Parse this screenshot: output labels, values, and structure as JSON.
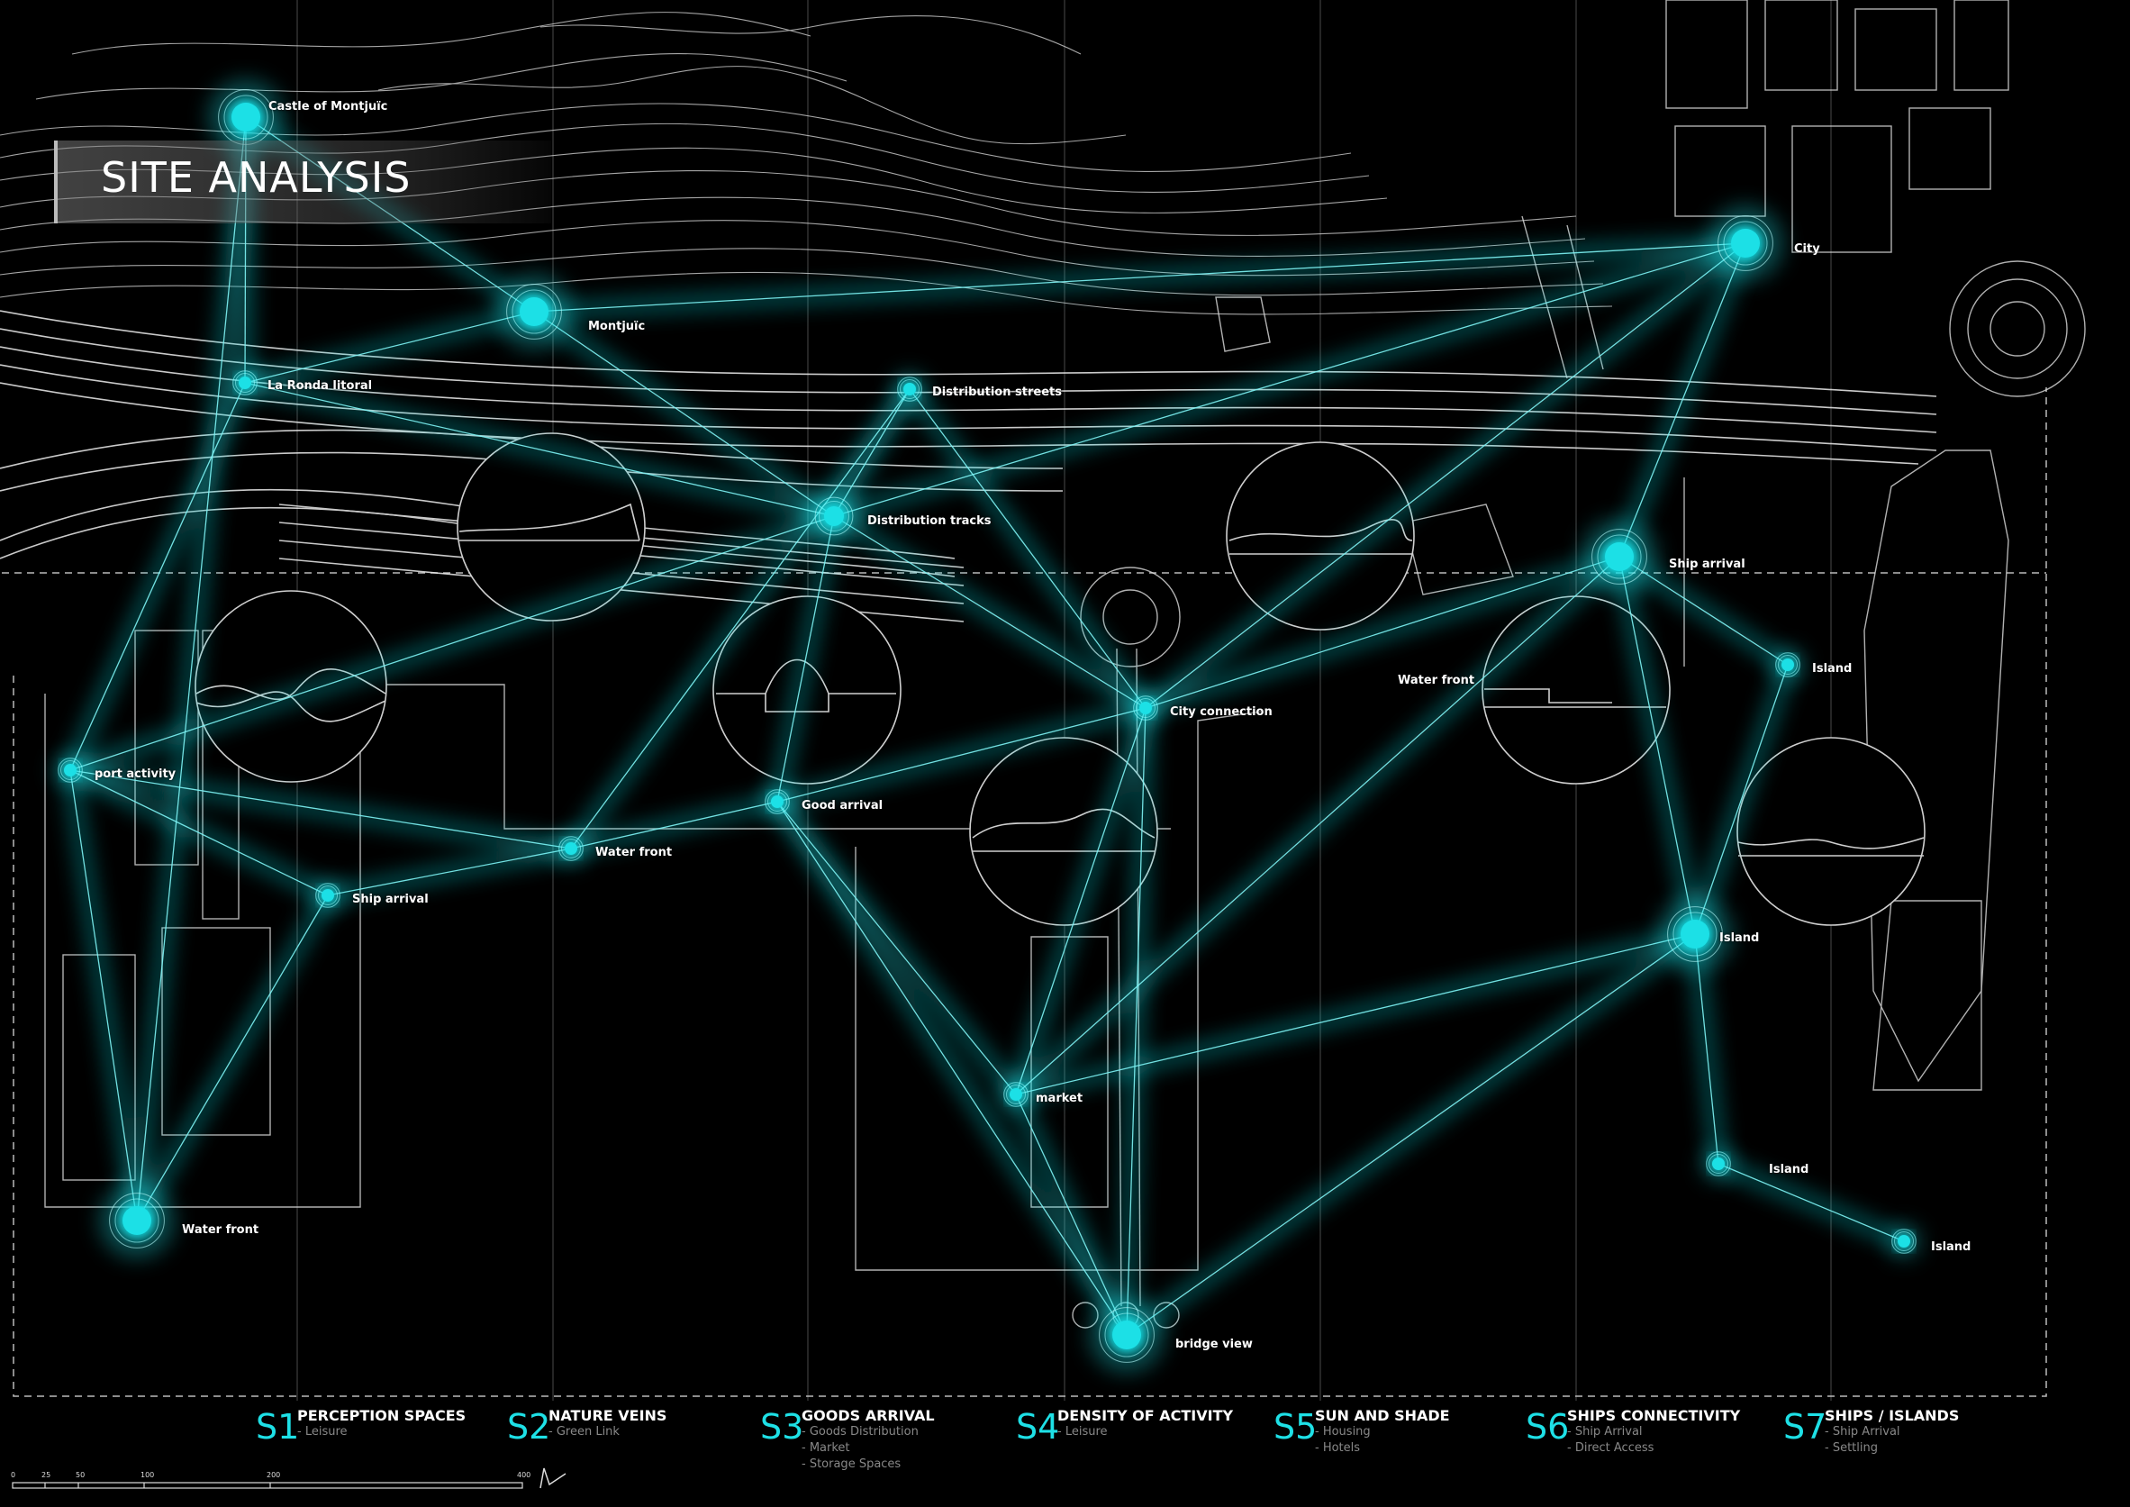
{
  "title": "SITE ANALYSIS",
  "accent_color": "#1ee0e6",
  "places": [
    {
      "id": "castle",
      "label": "Castle of Montjuïc",
      "size": "big"
    },
    {
      "id": "montjuic",
      "label": "Montjuïc",
      "size": "big"
    },
    {
      "id": "ronda",
      "label": "La Ronda litoral",
      "size": "small"
    },
    {
      "id": "dist-streets",
      "label": "Distribution streets",
      "size": "small"
    },
    {
      "id": "city",
      "label": "City",
      "size": "big"
    },
    {
      "id": "dist-tracks",
      "label": "Distribution tracks",
      "size": "mid"
    },
    {
      "id": "ship-arrival-e",
      "label": "Ship arrival",
      "size": "big"
    },
    {
      "id": "water-front-e",
      "label": "Water front",
      "size": "none"
    },
    {
      "id": "island-ne",
      "label": "Island",
      "size": "small"
    },
    {
      "id": "city-conn",
      "label": "City connection",
      "size": "small"
    },
    {
      "id": "port",
      "label": "port activity",
      "size": "small"
    },
    {
      "id": "good-arrival",
      "label": "Good arrival",
      "size": "small"
    },
    {
      "id": "water-front-c",
      "label": "Water front",
      "size": "small"
    },
    {
      "id": "ship-arrival-w",
      "label": "Ship arrival",
      "size": "small"
    },
    {
      "id": "island-c",
      "label": "Island",
      "size": "big"
    },
    {
      "id": "market",
      "label": "market",
      "size": "small"
    },
    {
      "id": "island-s1",
      "label": "Island",
      "size": "small"
    },
    {
      "id": "island-s2",
      "label": "Island",
      "size": "small"
    },
    {
      "id": "water-front-w",
      "label": "Water front",
      "size": "big"
    },
    {
      "id": "bridge",
      "label": "bridge view",
      "size": "big"
    }
  ],
  "connections": [
    [
      "castle",
      "montjuic"
    ],
    [
      "castle",
      "ronda"
    ],
    [
      "castle",
      "water-front-w"
    ],
    [
      "montjuic",
      "dist-tracks"
    ],
    [
      "montjuic",
      "ronda"
    ],
    [
      "montjuic",
      "city"
    ],
    [
      "ronda",
      "port"
    ],
    [
      "ronda",
      "dist-tracks"
    ],
    [
      "dist-streets",
      "dist-tracks"
    ],
    [
      "dist-streets",
      "city-conn"
    ],
    [
      "dist-streets",
      "water-front-c"
    ],
    [
      "city",
      "ship-arrival-e"
    ],
    [
      "city",
      "dist-tracks"
    ],
    [
      "city",
      "city-conn"
    ],
    [
      "dist-tracks",
      "port"
    ],
    [
      "dist-tracks",
      "good-arrival"
    ],
    [
      "dist-tracks",
      "city-conn"
    ],
    [
      "ship-arrival-e",
      "city-conn"
    ],
    [
      "ship-arrival-e",
      "island-ne"
    ],
    [
      "ship-arrival-e",
      "island-c"
    ],
    [
      "ship-arrival-e",
      "market"
    ],
    [
      "island-ne",
      "island-c"
    ],
    [
      "city-conn",
      "good-arrival"
    ],
    [
      "city-conn",
      "bridge"
    ],
    [
      "city-conn",
      "market"
    ],
    [
      "port",
      "ship-arrival-w"
    ],
    [
      "port",
      "water-front-w"
    ],
    [
      "good-arrival",
      "water-front-c"
    ],
    [
      "good-arrival",
      "market"
    ],
    [
      "good-arrival",
      "bridge"
    ],
    [
      "water-front-c",
      "ship-arrival-w"
    ],
    [
      "water-front-c",
      "port"
    ],
    [
      "ship-arrival-w",
      "water-front-w"
    ],
    [
      "island-c",
      "market"
    ],
    [
      "island-c",
      "bridge"
    ],
    [
      "island-c",
      "island-s1"
    ],
    [
      "island-s1",
      "island-s2"
    ],
    [
      "market",
      "bridge"
    ]
  ],
  "legend": [
    {
      "code": "S1",
      "title": "PERCEPTION SPACES",
      "items": [
        "- Leisure"
      ]
    },
    {
      "code": "S2",
      "title": "NATURE VEINS",
      "items": [
        "- Green Link"
      ]
    },
    {
      "code": "S3",
      "title": "GOODS ARRIVAL",
      "items": [
        "- Goods Distribution",
        "- Market",
        "- Storage Spaces"
      ]
    },
    {
      "code": "S4",
      "title": "DENSITY OF ACTIVITY",
      "items": [
        "- Leisure"
      ]
    },
    {
      "code": "S5",
      "title": "SUN AND SHADE",
      "items": [
        "- Housing",
        "- Hotels"
      ]
    },
    {
      "code": "S6",
      "title": "SHIPS CONNECTIVITY",
      "items": [
        "- Ship Arrival",
        "- Direct Access"
      ]
    },
    {
      "code": "S7",
      "title": "SHIPS / ISLANDS",
      "items": [
        "- Ship Arrival",
        "- Settling"
      ]
    }
  ],
  "scale_bar": [
    "0",
    "25",
    "50",
    "100",
    "200",
    "400"
  ]
}
